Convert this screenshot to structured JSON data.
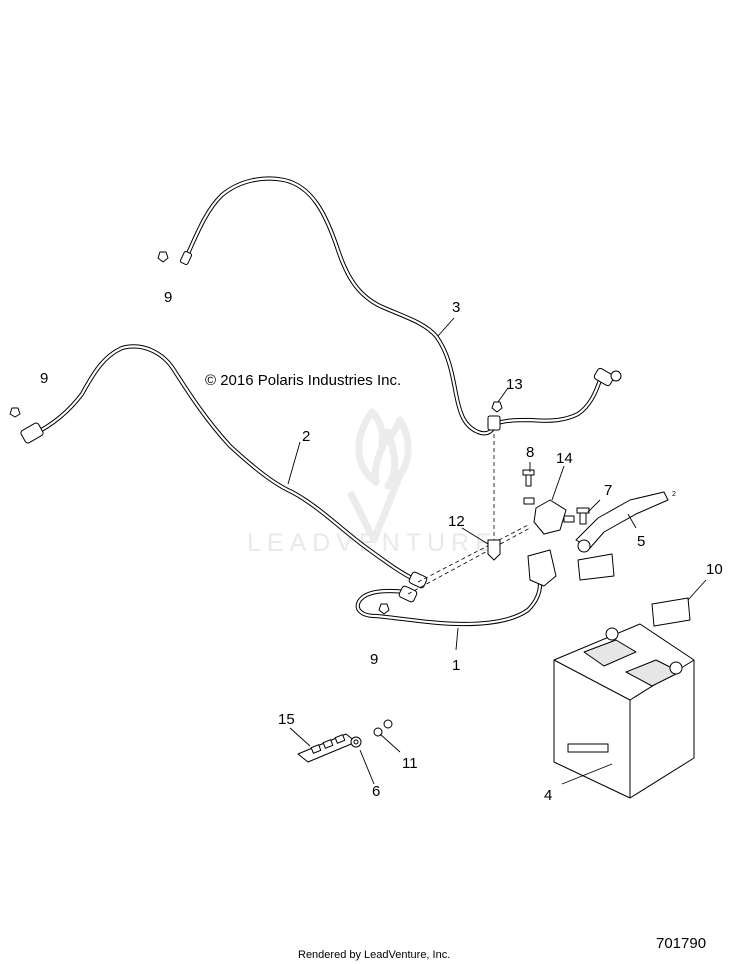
{
  "copyright": "© 2016 Polaris Industries Inc.",
  "watermark": {
    "text": "LEADVENTURE",
    "color": "#e9e9e9"
  },
  "drawing_number": "701790",
  "footer": "Rendered by LeadVenture, Inc.",
  "callouts": [
    {
      "id": "c1",
      "label": "1"
    },
    {
      "id": "c2",
      "label": "2"
    },
    {
      "id": "c3",
      "label": "3"
    },
    {
      "id": "c4",
      "label": "4"
    },
    {
      "id": "c5",
      "label": "5"
    },
    {
      "id": "c6",
      "label": "6"
    },
    {
      "id": "c7",
      "label": "7"
    },
    {
      "id": "c8",
      "label": "8"
    },
    {
      "id": "c9a",
      "label": "9"
    },
    {
      "id": "c9b",
      "label": "9"
    },
    {
      "id": "c9c",
      "label": "9"
    },
    {
      "id": "c10",
      "label": "10"
    },
    {
      "id": "c11",
      "label": "11"
    },
    {
      "id": "c12",
      "label": "12"
    },
    {
      "id": "c13",
      "label": "13"
    },
    {
      "id": "c14",
      "label": "14"
    },
    {
      "id": "c15",
      "label": "15"
    }
  ]
}
